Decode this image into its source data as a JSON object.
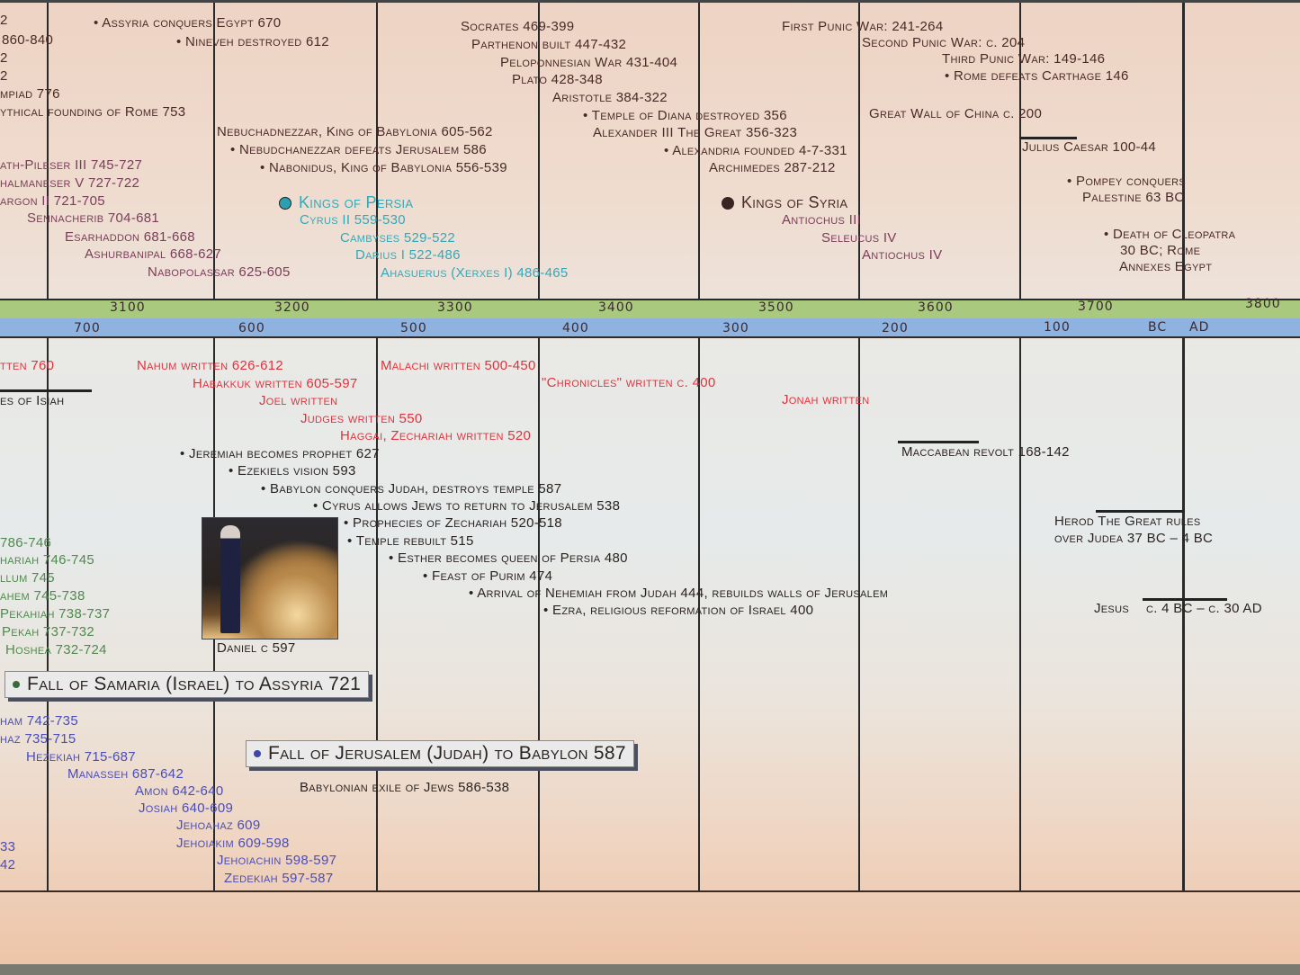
{
  "chart_data": {
    "type": "table",
    "title": "Biblical / World History Timeline (section)",
    "axis_world_years": [
      "3100",
      "3200",
      "3300",
      "3400",
      "3500",
      "3600",
      "3700",
      "3800"
    ],
    "axis_bc_years": [
      "700",
      "600",
      "500",
      "400",
      "300",
      "200",
      "100"
    ],
    "era_labels": {
      "bc": "BC",
      "ad": "AD"
    }
  },
  "upper": {
    "assyria_misc": [
      "2",
      "860-840",
      "2",
      "2",
      "mpiad 776",
      "ythical founding of Rome 753"
    ],
    "world_events_1": [
      "• Assyria conquers Egypt 670",
      "• Nineveh destroyed 612"
    ],
    "kings_of_assyria": [
      "ath-Pileser III  745-727",
      "halmaneser V  727-722",
      "argon II  721-705",
      "Sennacherib  704-681",
      "Esarhaddon 681-668",
      "Ashurbanipal  668-627",
      "Nabopolassar 625-605"
    ],
    "babylon": [
      "Nebuchadnezzar, King of Babylonia 605-562",
      "• Nebudchanezzar defeats Jerusalem 586",
      "• Nabonidus, King of Babylonia 556-539"
    ],
    "persia": {
      "heading": "Kings of Persia",
      "color": "#35a8b8",
      "kings": [
        "Cyrus II 559-530",
        "Cambyses 529-522",
        "Darius I 522-486",
        "Ahasuerus (Xerxes I) 486-465"
      ]
    },
    "greece": [
      "Socrates 469-399",
      "Parthenon built  447-432",
      "Peloponnesian War 431-404",
      "Plato 428-348",
      "Aristotle 384-322",
      "• Temple of Diana destroyed 356",
      "Alexander III The Great 356-323",
      "• Alexandria founded 4-7-331",
      "Archimedes 287-212"
    ],
    "syria": {
      "heading": "Kings of Syria",
      "color": "#4a2a28",
      "kings": [
        "Antiochus III",
        "Seleucus IV",
        "Antiochus IV"
      ]
    },
    "rome": [
      "First Punic War:  241-264",
      "Second Punic War:  c. 204",
      "Third Punic War: 149-146",
      "• Rome defeats Carthage 146",
      "Great Wall of China c. 200",
      "Julius Caesar 100-44",
      "• Pompey conquers",
      "Palestine  63 BC",
      "• Death of Cleopatra",
      "30 BC;  Rome",
      "Annexes Egypt"
    ]
  },
  "lower": {
    "books_written": [
      "tten 760",
      "Nahum written 626-612",
      "Habakkuk written 605-597",
      "Joel written",
      "Judges written 550",
      "Haggai, Zechariah written 520",
      "Malachi written 500-450",
      "\"Chronicles\" written c. 400",
      "Jonah written"
    ],
    "isaiah": "es of Isiah",
    "judah_events": [
      "• Jeremiah becomes prophet 627",
      "• Ezekiels vision 593",
      "• Babylon conquers Judah, destroys temple  587",
      "• Cyrus allows Jews to return to Jerusalem 538",
      "• Prophecies of Zechariah 520-518",
      "• Temple rebuilt 515",
      "• Esther becomes queen of Persia 480",
      "• Feast of Purim 474",
      "• Arrival of Nehemiah from Judah 444, rebuilds walls of Jerusalem",
      "• Ezra, religious reformation of Israel 400"
    ],
    "maccabean": "Maccabean revolt 168-142",
    "herod": [
      "Herod The Great rules",
      "over Judea  37 BC – 4 BC"
    ],
    "jesus": {
      "name": "Jesus",
      "dates": "c. 4 BC – c. 30 AD"
    },
    "daniel_caption": "Daniel c 597",
    "kings_of_israel": [
      "786-746",
      "hariah 746-745",
      "llum 745",
      "ahem 745-738",
      "Pekahiah 738-737",
      "Pekah 737-732",
      "Hoshea 732-724"
    ],
    "fall_samaria": "Fall of Samaria (Israel) to Assyria 721",
    "fall_jerusalem": "Fall of Jerusalem (Judah) to Babylon 587",
    "kings_of_judah": [
      "ham 742-735",
      "haz 735-715",
      "Hezekiah 715-687",
      "Manasseh 687-642",
      "Amon 642-640",
      "Josiah 640-609",
      "Jehoahaz 609",
      "Jehoiakim 609-598",
      "Jehoiachin 598-597",
      "Zedekiah 597-587"
    ],
    "left_edge": [
      "33",
      "42"
    ],
    "exile": "Babylonian exile of Jews  586-538"
  },
  "colors": {
    "world_band": "#a9c97e",
    "bc_band": "#8fb3e0",
    "books": "#e0323c",
    "israel_kings": "#4f8a4e",
    "judah_kings": "#4a4db8",
    "assyria_kings": "#7a3d5a",
    "persia": "#35a8b8"
  }
}
